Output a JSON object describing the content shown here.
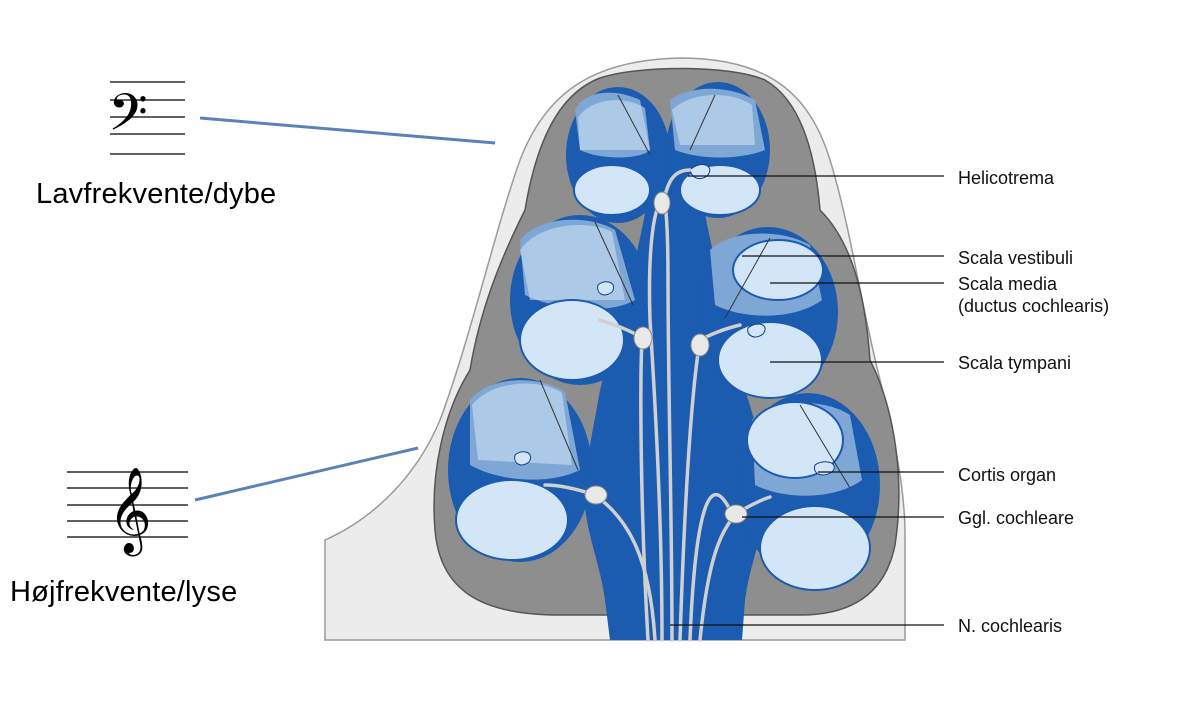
{
  "frequency_labels": {
    "low": "Lavfrekvente/dybe",
    "high": "Højfrekvente/lyse"
  },
  "clefs": {
    "bass": "𝄢",
    "treble": "𝄞"
  },
  "anatomy_labels": [
    "Helicotrema",
    "Scala vestibuli",
    "Scala media",
    "(ductus cochlearis)",
    "Scala tympani",
    "Cortis organ",
    "Ggl. cochleare",
    "N. cochlearis"
  ],
  "colors": {
    "pointer_line": "#5b82b8",
    "outer_tissue": "#ebebeb",
    "bone_wall": "#8e8e8e",
    "deep_blue": "#1b5bb0",
    "mid_blue": "#7ea7d6",
    "pale_blue": "#d3e6f8",
    "nerve_fiber": "#d0d0d0"
  }
}
